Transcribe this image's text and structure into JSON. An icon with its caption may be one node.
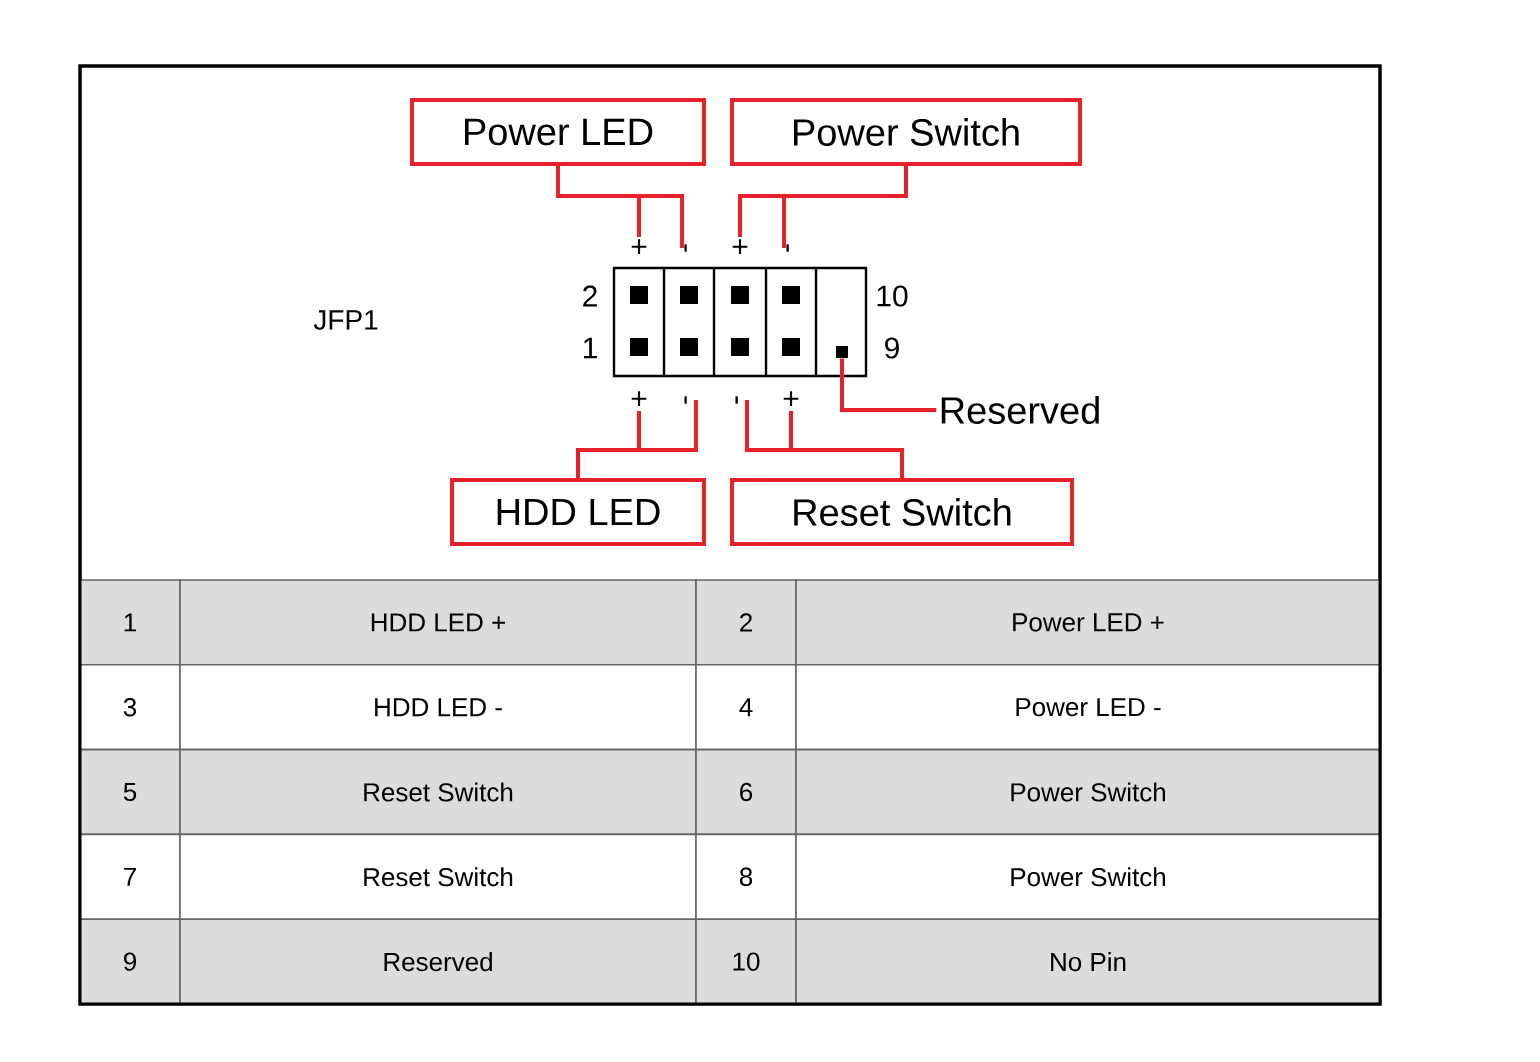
{
  "diagram": {
    "nodes": [
      {
        "text": [
          "Power LED"
        ]
      },
      {
        "text": [
          "Power Switch"
        ]
      },
      {
        "text": [
          "+"
        ]
      },
      {
        "text": [
          "-"
        ]
      },
      {
        "text": [
          "+"
        ]
      },
      {
        "text": [
          "-"
        ]
      },
      {
        "text": [
          "+"
        ]
      },
      {
        "text": [
          "-"
        ]
      },
      {
        "text": [
          "-"
        ]
      },
      {
        "text": [
          "+"
        ]
      },
      {
        "text": [],
        "shape": "box"
      },
      {
        "text": [
          "Reserved"
        ]
      },
      {
        "text": [
          "HDD LED"
        ]
      },
      {
        "text": [
          "Reset Switch"
        ]
      }
    ],
    "edges": [
      {
        "from": 0,
        "to": 2,
        "arrow": "none",
        "color": "#e8202a"
      },
      {
        "from": 0,
        "to": 3,
        "arrow": "none",
        "color": "#e8202a"
      },
      {
        "from": 1,
        "to": 4,
        "arrow": "none",
        "color": "#e8202a"
      },
      {
        "from": 1,
        "to": 5,
        "arrow": "none",
        "color": "#e8202a"
      },
      {
        "from": 11,
        "to": 10,
        "arrow": "none",
        "color": "#e8202a"
      },
      {
        "from": 12,
        "to": 6,
        "arrow": "none",
        "color": "#e8202a"
      },
      {
        "from": 12,
        "to": 7,
        "arrow": "none",
        "color": "#e8202a"
      },
      {
        "from": 13,
        "to": 8,
        "arrow": "none",
        "color": "#e8202a"
      },
      {
        "from": 13,
        "to": 9,
        "arrow": "none",
        "color": "#e8202a"
      }
    ],
    "labels": [
      "JFP1",
      "2",
      "10",
      "1",
      "9",
      "1",
      "HDD LED +",
      "2",
      "Power LED +",
      "3",
      "HDD LED -",
      "4",
      "Power LED -",
      "5",
      "Reset Switch",
      "6",
      "Power Switch",
      "7",
      "Reset Switch",
      "8",
      "Power Switch",
      "9",
      "Reserved",
      "10",
      "No Pin"
    ]
  }
}
